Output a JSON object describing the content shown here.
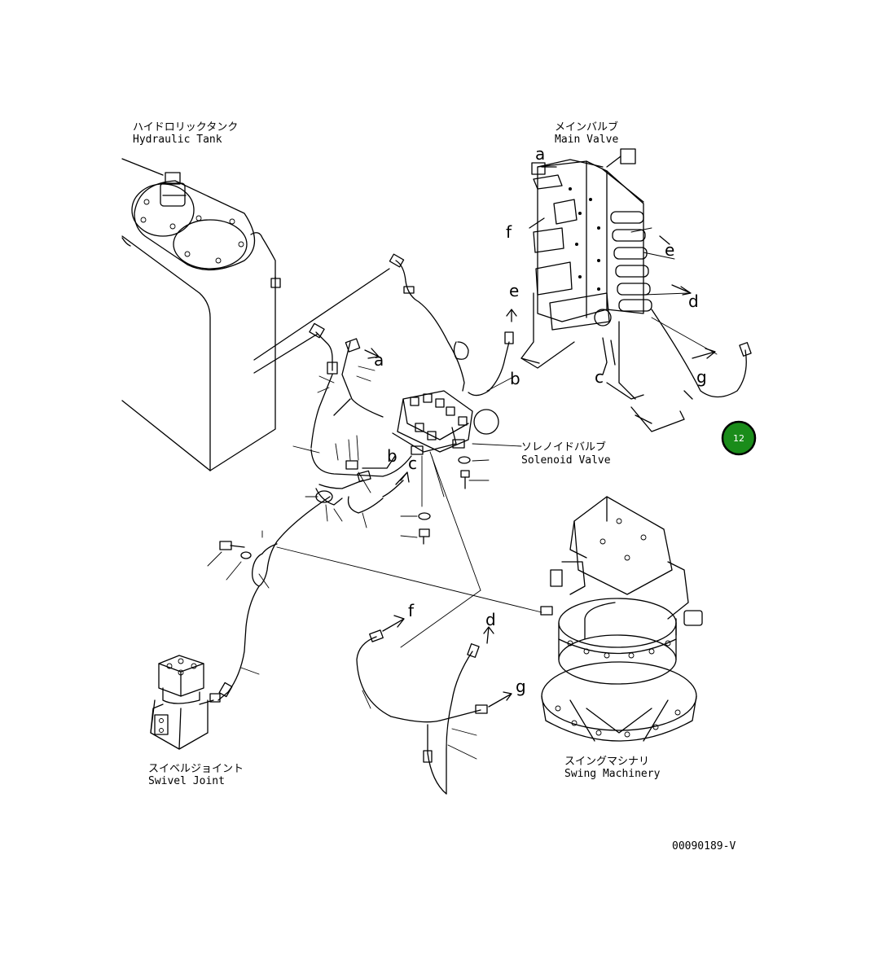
{
  "labels": {
    "hydraulic_tank_jp": "ハイドロリックタンク",
    "hydraulic_tank_en": "Hydraulic Tank",
    "main_valve_jp": "メインバルブ",
    "main_valve_en": "Main Valve",
    "solenoid_valve_jp": "ソレノイドバルブ",
    "solenoid_valve_en": "Solenoid Valve",
    "swivel_joint_jp": "スイベルジョイント",
    "swivel_joint_en": "Swivel Joint",
    "swing_machinery_jp": "スイングマシナリ",
    "swing_machinery_en": "Swing Machinery"
  },
  "connection_letters": {
    "a_main": "a",
    "f_main": "f",
    "e_main": "e",
    "d_main": "d",
    "e_tube": "e",
    "b_tube": "b",
    "c_main": "c",
    "g_main": "g",
    "a_tank": "a",
    "b_sol": "b",
    "c_sol": "c",
    "f_low": "f",
    "d_low": "d",
    "g_low": "g"
  },
  "callout": {
    "number": "12",
    "color": "#1a8c1a"
  },
  "drawing_number": "00090189-V"
}
